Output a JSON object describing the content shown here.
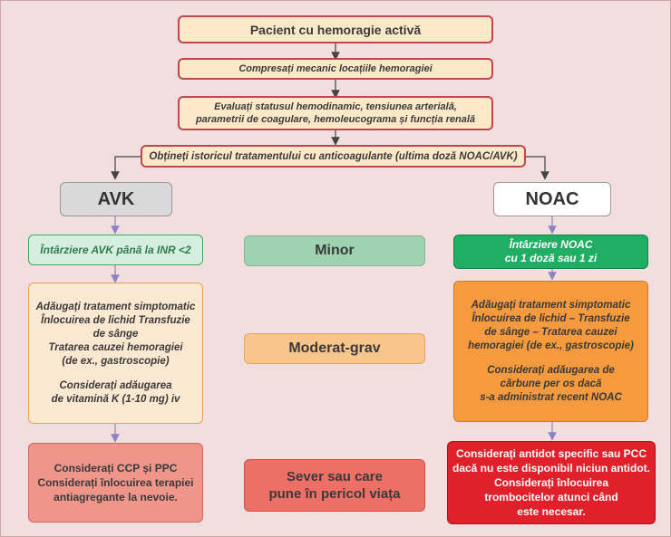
{
  "flow": {
    "step1": "Pacient cu hemoragie activă",
    "step2": "Compresați mecanic locațiile hemoragiei",
    "step3": [
      "Evaluați statusul hemodinamic, tensiunea arterială,",
      "parametrii de coagulare, hemoleucograma și funcția renală"
    ],
    "step4": "Obțineți istoricul tratamentului cu anticoagulante (ultima doză NOAC/AVK)"
  },
  "avk": {
    "header": "AVK",
    "minor": "Întârziere AVK până la INR <2",
    "moderate": [
      "Adăugați tratament simptomatic",
      "Înlocuirea de lichid Transfuzie",
      "de sânge",
      "Tratarea cauzei hemoragiei",
      "(de ex., gastroscopie)",
      "",
      "Considerați adăugarea",
      "de vitamină K (1-10 mg) iv"
    ],
    "severe": [
      "Considerați CCP și PPC",
      "Considerați înlocuirea terapiei",
      "antiagregante la nevoie."
    ]
  },
  "severity": {
    "minor": "Minor",
    "moderate": "Moderat-grav",
    "severe": [
      "Sever sau care",
      "pune în pericol viața"
    ]
  },
  "noac": {
    "header": "NOAC",
    "minor": [
      "Întârziere NOAC",
      "cu 1 doză sau 1 zi"
    ],
    "moderate": [
      "Adăugați tratament simptomatic",
      "Înlocuirea de lichid – Transfuzie",
      "de sânge – Tratarea cauzei",
      "hemoragiei (de ex., gastroscopie)",
      "",
      "Considerați adăugarea de",
      "cărbune per os dacă",
      "s-a administrat recent NOAC"
    ],
    "severe": [
      "Considerați antidot specific sau PCC",
      "dacă nu este disponibil niciun antidot.",
      "Considerați înlocuirea",
      "trombocitelor atunci când",
      "este necesar."
    ]
  },
  "colors": {
    "background": "#f2dede",
    "box_border": "#c0454e",
    "flow_fill": "#fde8c8",
    "minor_light": "#d6eedf",
    "minor_mid": "#9ed2b0",
    "minor_dark": "#1fae63",
    "moderate_light": "#fde8d2",
    "moderate_mid": "#f9c58a",
    "moderate_dark": "#f59a3e",
    "severe_light": "#f0958a",
    "severe_mid": "#ee6f66",
    "severe_dark": "#e0202a",
    "arrow_dark": "#444444",
    "arrow_purple": "#8c83c6"
  }
}
